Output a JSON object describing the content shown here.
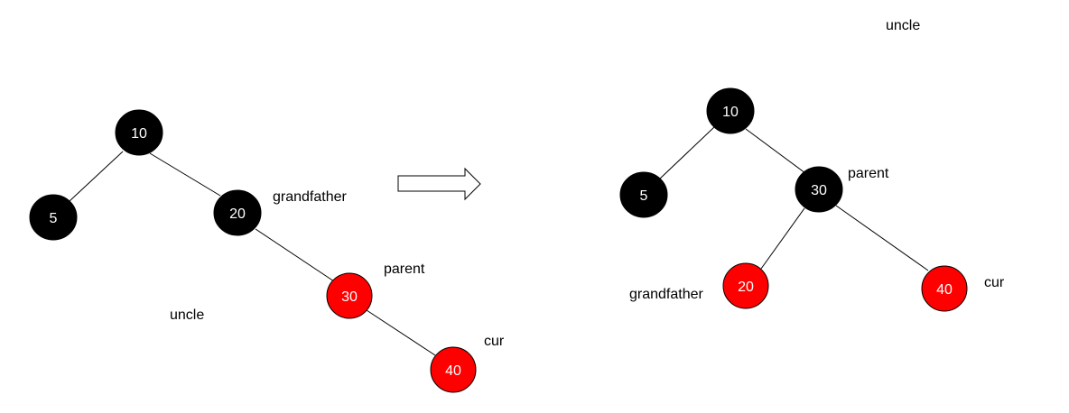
{
  "colors": {
    "black_node": "#000000",
    "red_node": "#ff0000",
    "node_text": "#ffffff",
    "label_text": "#000000"
  },
  "before_tree": {
    "nodes": {
      "n10": {
        "value": "10",
        "color": "black"
      },
      "n5": {
        "value": "5",
        "color": "black"
      },
      "n20": {
        "value": "20",
        "color": "black"
      },
      "n30": {
        "value": "30",
        "color": "red"
      },
      "n40": {
        "value": "40",
        "color": "red"
      }
    },
    "labels": {
      "grandfather": "grandfather",
      "parent": "parent",
      "uncle": "uncle",
      "cur": "cur"
    }
  },
  "arrow": {
    "direction": "right"
  },
  "after_tree": {
    "nodes": {
      "n10": {
        "value": "10",
        "color": "black"
      },
      "n5": {
        "value": "5",
        "color": "black"
      },
      "n30": {
        "value": "30",
        "color": "black"
      },
      "n20": {
        "value": "20",
        "color": "red"
      },
      "n40": {
        "value": "40",
        "color": "red"
      }
    },
    "labels": {
      "uncle": "uncle",
      "parent": "parent",
      "grandfather": "grandfather",
      "cur": "cur"
    }
  }
}
